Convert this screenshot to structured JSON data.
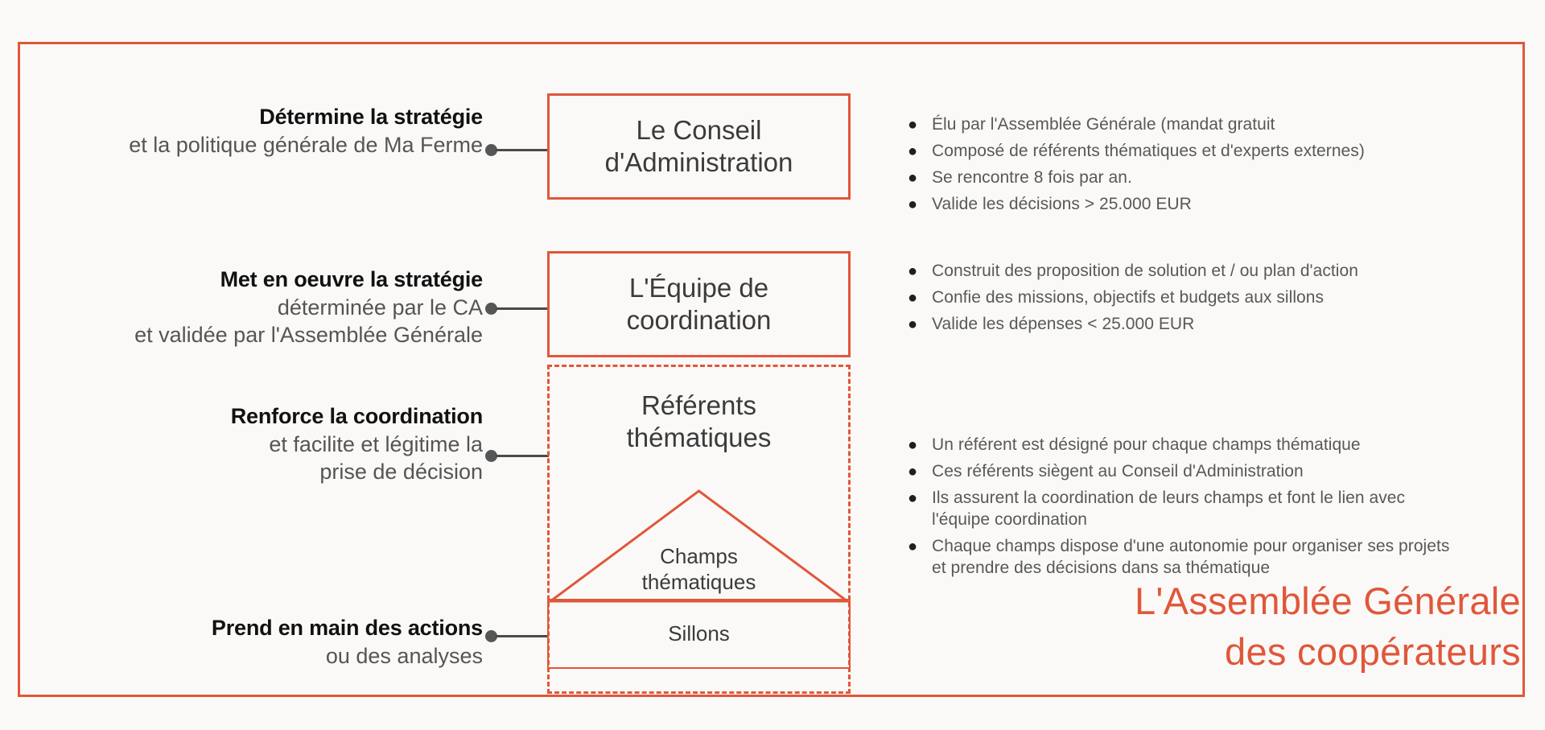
{
  "theme": {
    "accent": "#e0573a",
    "background": "#faf9f7",
    "text_dark": "#111111",
    "text_muted": "#585858",
    "connector": "#565656"
  },
  "diagram": {
    "title_bottom_line1": "L'Assemblée Générale",
    "title_bottom_line2": "des coopérateurs",
    "levels": [
      {
        "id": "conseil-administration",
        "box_line1": "Le Conseil",
        "box_line2": "d'Administration",
        "box_style": "solid",
        "label_bold": "Détermine la stratégie",
        "label_sub_lines": [
          "et la politique générale de Ma Ferme"
        ],
        "bullets": [
          "Élu par l'Assemblée Générale (mandat gratuit",
          "Composé de référents thématiques et d'experts externes)",
          "Se rencontre 8 fois par an.",
          "Valide les décisions > 25.000 EUR"
        ]
      },
      {
        "id": "equipe-coordination",
        "box_line1": "L'Équipe de",
        "box_line2": "coordination",
        "box_style": "solid",
        "label_bold": "Met en oeuvre la stratégie",
        "label_sub_lines": [
          "déterminée par le CA",
          "et validée par l'Assemblée Générale"
        ],
        "bullets": [
          "Construit des proposition de solution et / ou plan d'action",
          "Confie des missions, objectifs et budgets aux sillons",
          "Valide les dépenses  < 25.000 EUR"
        ]
      },
      {
        "id": "referents-thematiques",
        "box_line1": "Référents",
        "box_line2": "thématiques",
        "box_style": "dashed",
        "label_bold": "Renforce la coordination",
        "label_sub_lines": [
          "et facilite et légitime la",
          "prise de décision"
        ],
        "bullets": [
          "Un référent est désigné pour chaque champs thématique",
          "Ces référents siègent au Conseil d'Administration",
          "Ils assurent la coordination de leurs champs et font le lien avec l'équipe coordination",
          "Chaque champs dispose d'une autonomie pour organiser ses projets et prendre des décisions dans sa thématique"
        ]
      },
      {
        "id": "sillons",
        "box_line1": "Sillons",
        "box_style": "solid",
        "label_bold": "Prend en main des actions",
        "label_sub_lines": [
          "ou des analyses"
        ],
        "bullets": []
      }
    ],
    "triangle": {
      "label_line1": "Champs",
      "label_line2": "thématiques"
    },
    "bullet_glyph": "●"
  }
}
